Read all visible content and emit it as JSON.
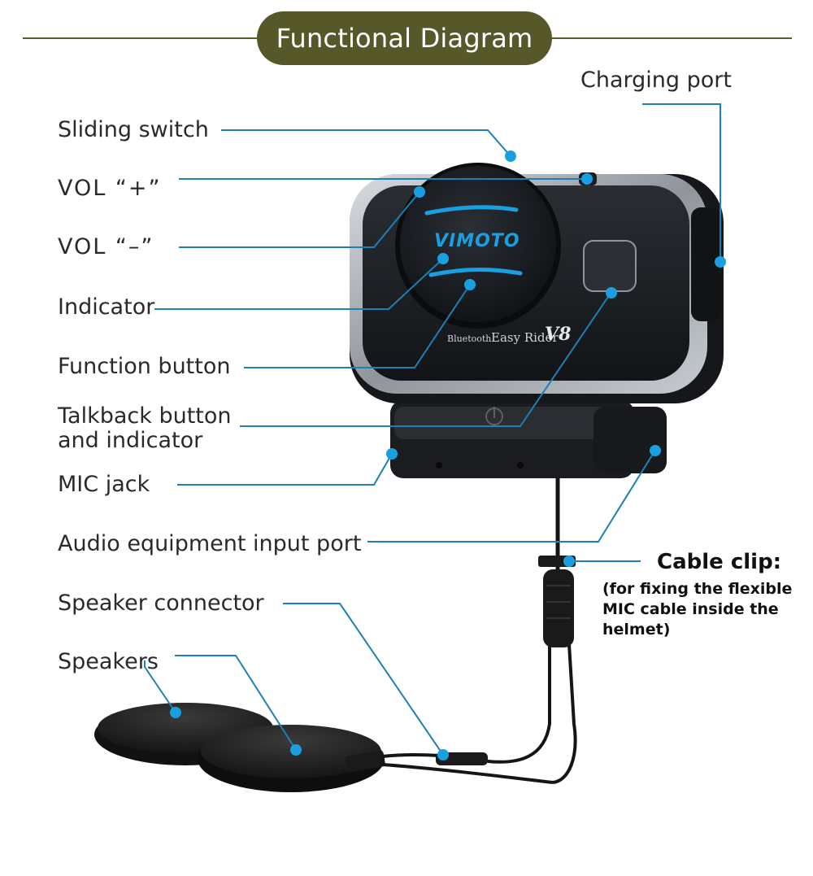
{
  "header": {
    "title": "Functional Diagram"
  },
  "labels": {
    "charging_port": "Charging port",
    "sliding_switch": "Sliding switch",
    "vol_plus": "VOL  “+”",
    "vol_minus": "VOL  “–”",
    "indicator": "Indicator",
    "function_button": "Function button",
    "talkback_line1": "Talkback button",
    "talkback_line2": "and indicator",
    "mic_jack": "MIC jack",
    "audio_input": "Audio equipment input port",
    "speaker_connector": "Speaker connector",
    "speakers": "Speakers"
  },
  "cable_clip": {
    "title": "Cable clip:",
    "note": "(for fixing the flexible MIC cable inside the helmet)"
  },
  "device": {
    "brand_logo": "VIMOTO",
    "bluetooth_text": "Bluetooth",
    "model_text": "Easy Rider",
    "model_number": "V8"
  },
  "colors": {
    "header_bg": "#56582a",
    "leader_line": "#1e7fb8",
    "accent_blue": "#1aa0e0",
    "device_body": "#1c1f24",
    "device_trim": "#b9bec4"
  }
}
